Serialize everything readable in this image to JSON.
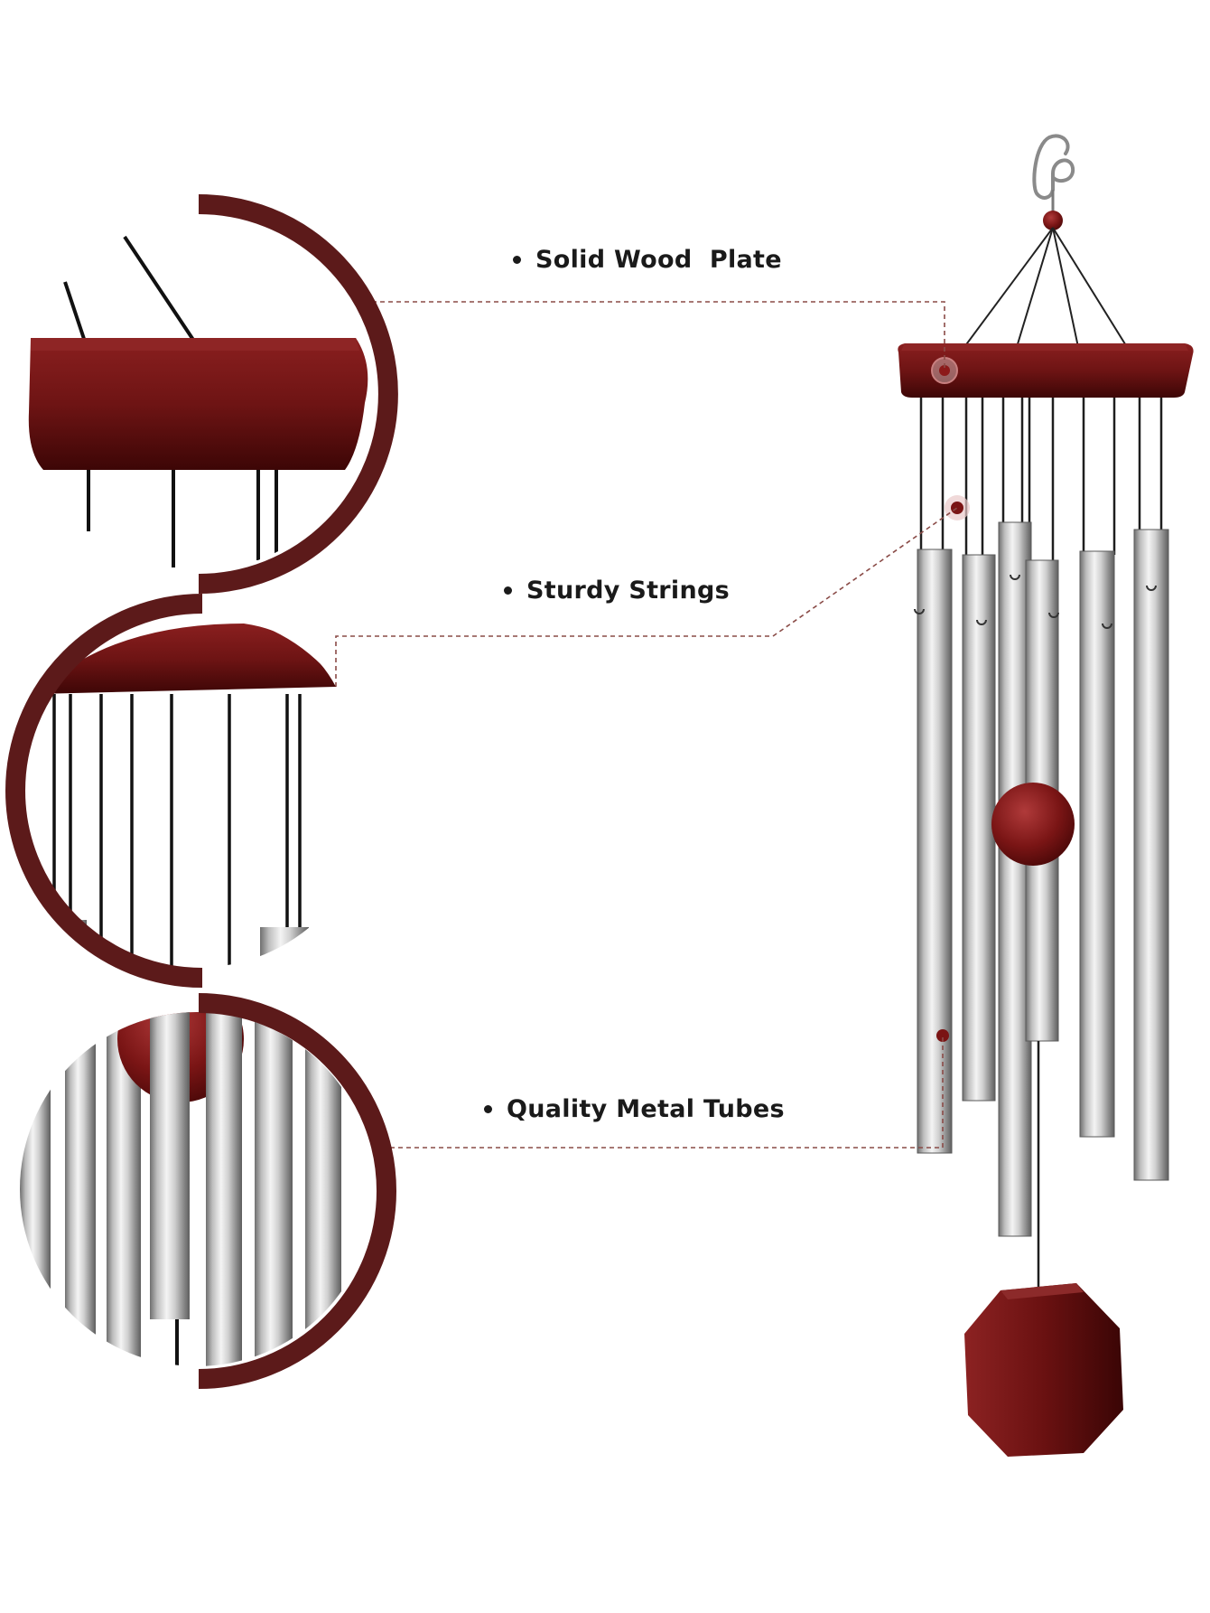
{
  "features": [
    {
      "id": "wood-plate",
      "text": "Solid Wood  Plate"
    },
    {
      "id": "strings",
      "text": "Sturdy Strings"
    },
    {
      "id": "tubes",
      "text": "Quality Metal Tubes"
    }
  ],
  "colors": {
    "wood": "#6e1414",
    "wood_dark": "#3d0606",
    "ring": "#5c1a1a",
    "dash": "#8a4b47",
    "metal_light": "#f4f4f4",
    "metal_dark": "#6f6f6f"
  }
}
